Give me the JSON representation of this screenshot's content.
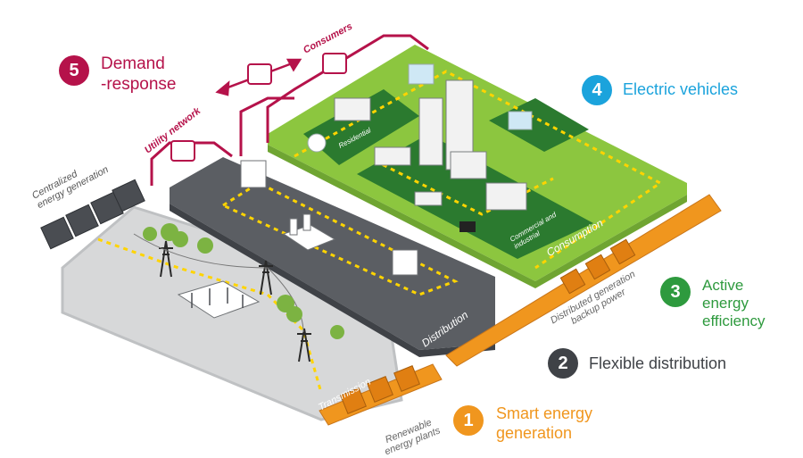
{
  "colors": {
    "demand": "#b5124a",
    "ev": "#1ba3dc",
    "efficiency": "#2e9a3e",
    "distribution": "#3f4247",
    "generation": "#f0961e",
    "green_platform": "#8cc63f",
    "dark_green": "#2b7a2f",
    "grey_platform": "#5b5e63",
    "light_platform": "#d7d8d9",
    "dashed_line": "#ffd400"
  },
  "legend": [
    {
      "number": "5",
      "label": "Demand\n-response",
      "color_key": "demand"
    },
    {
      "number": "4",
      "label": "Electric vehicles",
      "color_key": "ev"
    },
    {
      "number": "3",
      "label": "Active\nenergy\nefficiency",
      "color_key": "efficiency"
    },
    {
      "number": "2",
      "label": "Flexible distribution",
      "color_key": "distribution"
    },
    {
      "number": "1",
      "label": "Smart energy\ngeneration",
      "color_key": "generation"
    }
  ],
  "diagram_labels": {
    "utility_network": "Utility network",
    "consumers": "Consumers",
    "centralized": "Centralized\nenergy generation",
    "distribution": "Distribution",
    "transmission": "Transmission",
    "consumption": "Consumption",
    "residential": "Residential",
    "commercial": "Commercial and\nindustrial",
    "distributed": "Distributed generation\nbackup power",
    "renewable": "Renewable\nenergy plants"
  }
}
